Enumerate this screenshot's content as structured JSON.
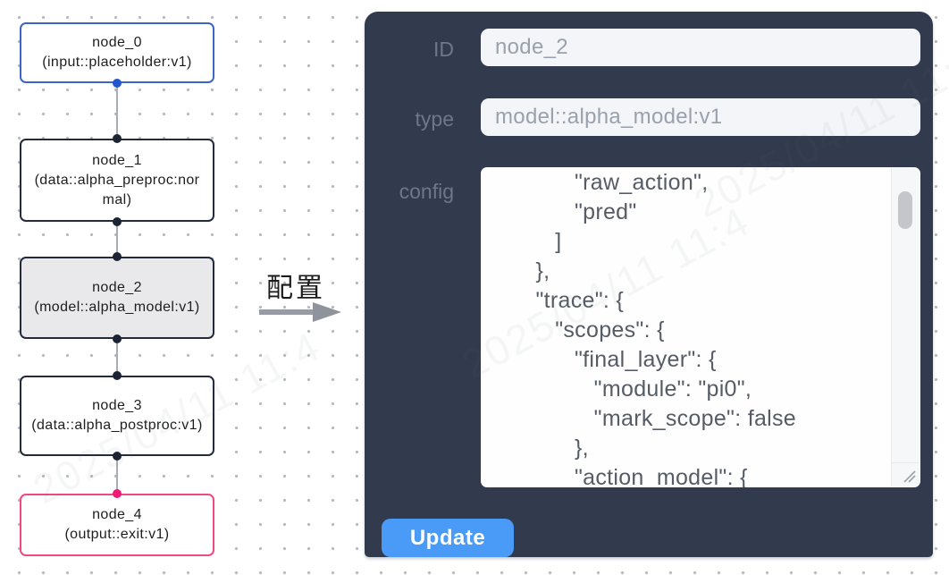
{
  "flow": {
    "nodes": [
      {
        "title": "node_0",
        "subtitle": "(input::placeholder:v1)",
        "kind": "input"
      },
      {
        "title": "node_1",
        "subtitle": "(data::alpha_preproc:normal)",
        "kind": "data"
      },
      {
        "title": "node_2",
        "subtitle": "(model::alpha_model:v1)",
        "kind": "model",
        "selected": true
      },
      {
        "title": "node_3",
        "subtitle": "(data::alpha_postproc:v1)",
        "kind": "data"
      },
      {
        "title": "node_4",
        "subtitle": "(output::exit:v1)",
        "kind": "output"
      }
    ],
    "arrow_label": "配置"
  },
  "panel": {
    "id_label": "ID",
    "id_value": "node_2",
    "type_label": "type",
    "type_value": "model::alpha_model:v1",
    "config_label": "config",
    "config_text": "            \"raw_action\",\n            \"pred\"\n         ]\n      },\n      \"trace\": {\n         \"scopes\": {\n            \"final_layer\": {\n               \"module\": \"pi0\",\n               \"mark_scope\": false\n            },\n            \"action_model\": {",
    "update_label": "Update"
  },
  "watermark": {
    "text": "2025/04/11 11:4"
  },
  "colors": {
    "panel_bg": "#313b4d",
    "button_blue": "#4a9bf7",
    "input_bg": "#f3f5f9",
    "node_selected_bg": "#e9e9eb",
    "node_input_border": "#3d65c5",
    "node_default_border": "#232a3a",
    "node_output_border": "#ee4983",
    "handle_input": "#2158d0",
    "handle_default": "#1c2333",
    "handle_output": "#f11976",
    "edge_gray": "#a9adb5"
  }
}
